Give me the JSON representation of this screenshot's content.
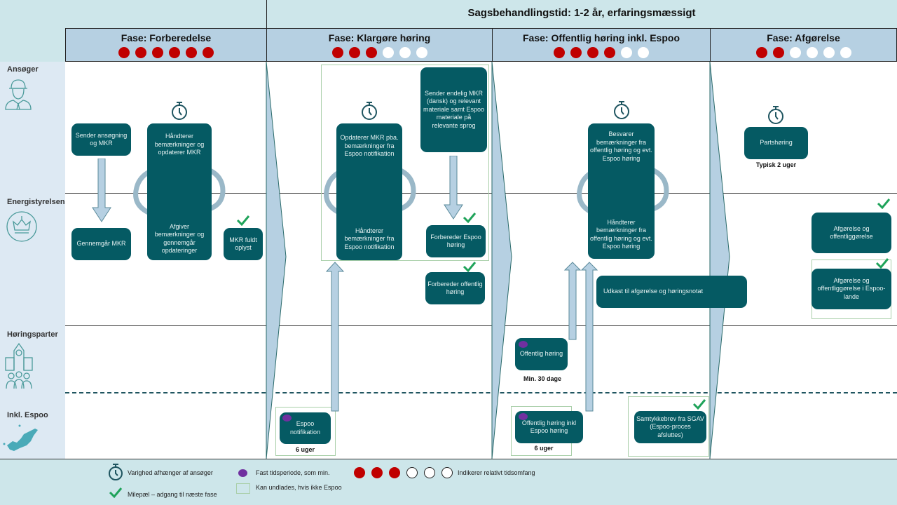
{
  "header": {
    "title": "Sagsbehandlingstid: 1-2 år, erfaringsmæssigt"
  },
  "phases": [
    {
      "title": "Fase: Forberedelse",
      "dots": [
        "red",
        "red",
        "red",
        "red",
        "red",
        "red"
      ]
    },
    {
      "title": "Fase: Klargøre høring",
      "dots": [
        "red",
        "red",
        "red",
        "white",
        "white",
        "white"
      ]
    },
    {
      "title": "Fase: Offentlig høring inkl. Espoo",
      "dots": [
        "red",
        "red",
        "red",
        "red",
        "white",
        "white"
      ]
    },
    {
      "title": "Fase: Afgørelse",
      "dots": [
        "red",
        "red",
        "white",
        "white",
        "white",
        "white"
      ]
    }
  ],
  "lanes": [
    {
      "label": "Ansøger",
      "icon": "applicant-worker-icon"
    },
    {
      "label": "Energistyrelsen",
      "icon": "crown-emblem-icon"
    },
    {
      "label": "Høringsparter",
      "icon": "building-people-icon"
    },
    {
      "label": "Inkl. Espoo",
      "icon": "europe-map-icon"
    }
  ],
  "boxes": {
    "sender_ansoegning": "Sender ansøgning og MKR",
    "gennemgaar_mkr": "Gennemgår MKR",
    "haandterer_opdaterer": "Håndterer bemærkninger og opdaterer MKR",
    "afgiver_bemaerkninger": "Afgiver bemærkninger og gennemgår opdateringer",
    "mkr_fuldt_oplyst": "MKR fuldt oplyst",
    "opdaterer_mkr_espoo": "Opdaterer MKR pba. bemærkninger fra Espoo notifikation",
    "haandterer_espoo": "Håndterer bemærkninger fra Espoo notifikation",
    "sender_endelig": "Sender endelig MKR (dansk) og relevant materiale samt Espoo materiale på relevante sprog",
    "forbereder_espoo": "Forbereder Espoo høring",
    "forbereder_offentlig": "Forbereder offentlig høring",
    "espoo_notifikation": "Espoo notifikation",
    "besvarer": "Besvarer bemærkninger fra offentlig høring og evt. Espoo høring",
    "haandterer_offentlig": "Håndterer bemærkninger fra offentlig høring og evt. Espoo høring",
    "udkast": "Udkast til afgørelse og høringsnotat",
    "offentlig_hoering": "Offentlig høring",
    "offentlig_hoering_espoo": "Offentlig høring inkl Espoo høring",
    "samtykkebrev": "Samtykkebrev fra SGAV (Espoo-proces afsluttes)",
    "partshoering": "Partshøring",
    "afgoerelse": "Afgørelse og offentliggørelse",
    "afgoerelse_espoo": "Afgørelse og offentliggørelse i Espoo-lande"
  },
  "notes": {
    "espoo_notifikation": "6 uger",
    "offentlig_hoering": "Min. 30 dage",
    "offentlig_hoering_espoo": "6 uger",
    "partshoering": "Typisk 2 uger"
  },
  "legend": {
    "timer": "Varighed afhænger af ansøger",
    "milestone": "Milepæl – adgang til næste fase",
    "fixed_period": "Fast tidsperiode, som min.",
    "optional": "Kan undlades, hvis ikke Espoo",
    "relative": "Indikerer relativt tidsomfang",
    "relative_dots": [
      "red",
      "red",
      "red",
      "white",
      "white",
      "white"
    ]
  },
  "colors": {
    "box": "#055a63",
    "dot_red": "#c00000",
    "check": "#1fa35a",
    "purple": "#7030a0",
    "arrow": "#b6d0e2"
  }
}
